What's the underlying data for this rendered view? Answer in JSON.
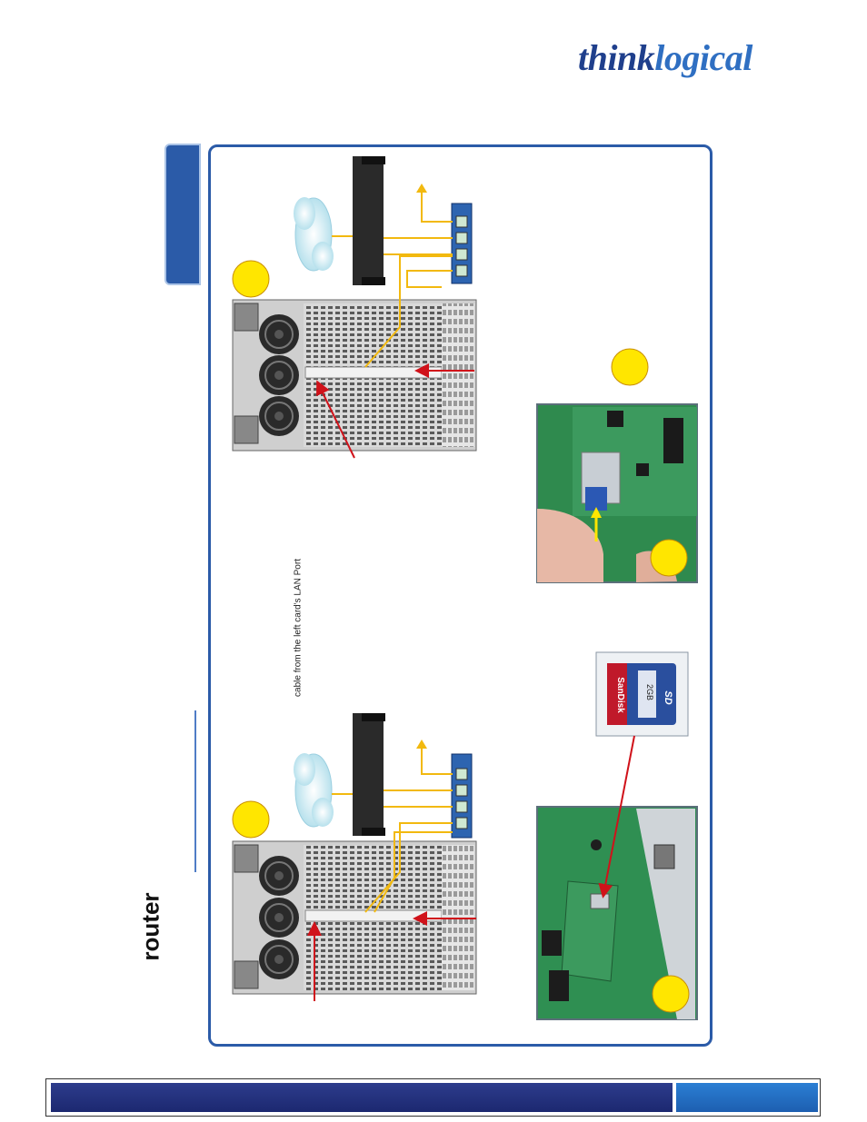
{
  "brand": {
    "logo_think": "think",
    "logo_logical": "logical"
  },
  "heading": {
    "word": "router"
  },
  "caption": {
    "text": "cable from the left card's LAN Port"
  },
  "sd_card": {
    "brand": "SanDisk",
    "capacity": "2GB",
    "logo": "SD"
  },
  "colors": {
    "frame_blue": "#2b5ba8",
    "footer_navy": "#1f2d7a",
    "footer_blue": "#2476c9",
    "marker_yellow": "#ffe600",
    "arrow_red": "#d0121a",
    "cable_yellow": "#f2b90f"
  }
}
